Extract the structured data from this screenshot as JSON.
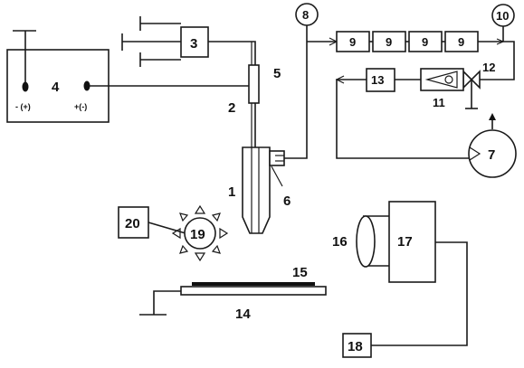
{
  "diagram": {
    "labels": {
      "n1": "1",
      "n2": "2",
      "n3": "3",
      "n4": "4",
      "n5": "5",
      "n6": "6",
      "n7": "7",
      "n8": "8",
      "n9a": "9",
      "n9b": "9",
      "n9c": "9",
      "n9d": "9",
      "n10": "10",
      "n11": "11",
      "n12": "12",
      "n13": "13",
      "n14": "14",
      "n15": "15",
      "n16": "16",
      "n17": "17",
      "n18": "18",
      "n19": "19",
      "n20": "20",
      "pole_left": "- (+)",
      "pole_right": "+(-)"
    }
  }
}
